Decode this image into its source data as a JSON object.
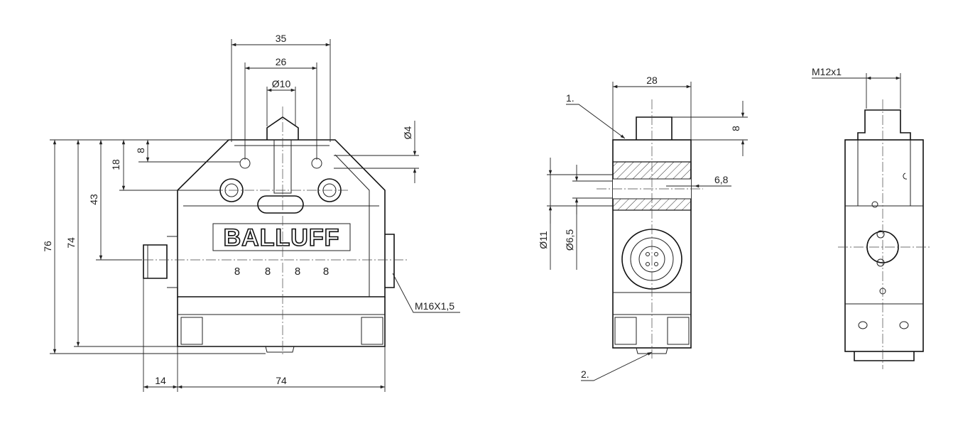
{
  "brand": "BALLUFF",
  "front_view": {
    "dims": {
      "d35": "35",
      "d26": "26",
      "d10": "Ø10",
      "d4": "Ø4",
      "d8": "8",
      "d18": "18",
      "d43": "43",
      "d74v": "74",
      "d76": "76",
      "d14": "14",
      "d74h": "74",
      "thread": "M16X1,5"
    },
    "tab_labels": [
      "8",
      "8",
      "8",
      "8"
    ]
  },
  "side_view": {
    "dims": {
      "d28": "28",
      "d8": "8",
      "d68": "6,8",
      "d11": "Ø11",
      "d65": "Ø6,5"
    },
    "callouts": [
      "1.",
      "2."
    ]
  },
  "right_view": {
    "thread": "M12x1"
  },
  "colors": {
    "line": "#111111",
    "background": "#ffffff"
  }
}
